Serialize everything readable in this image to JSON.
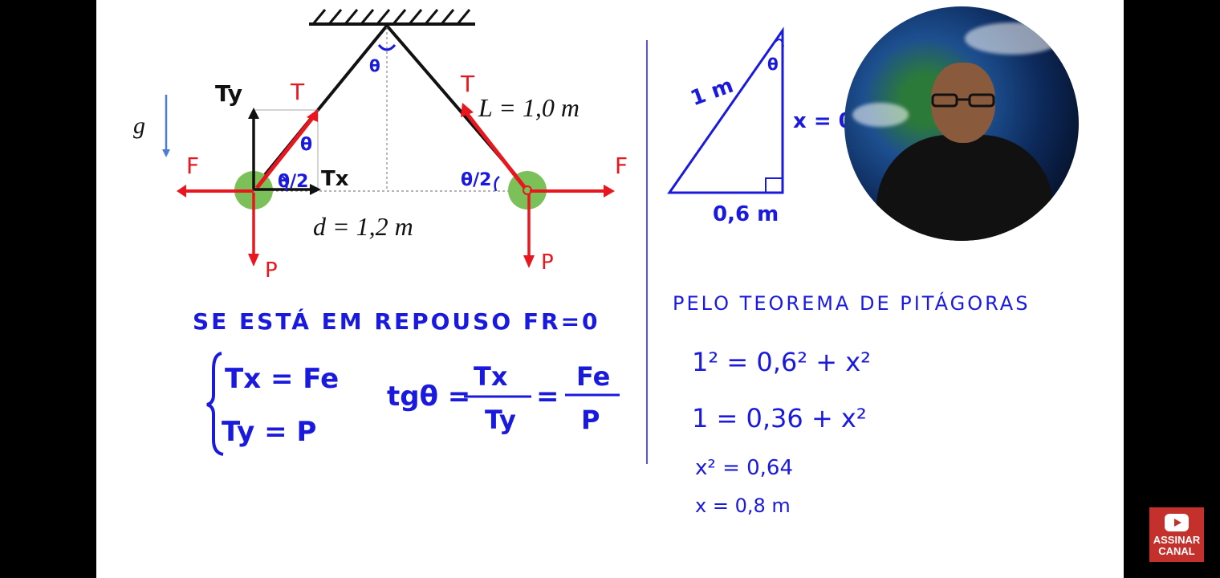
{
  "diagram": {
    "gravity_label": "g⃗",
    "tension_label": "T",
    "ty_label": "Ty",
    "tx_label": "Tx",
    "force_label": "F",
    "weight_label": "P",
    "theta_label": "θ",
    "half_theta_label": "θ/2",
    "length_label": "L = 1,0 m",
    "distance_label": "d = 1,2 m"
  },
  "equations": {
    "rest_condition": "SE ESTÁ EM REPOUSO FR=0",
    "system_tx": "Tx = Fe",
    "system_ty": "Ty = P",
    "tg_left": "tgθ =",
    "tg_num1": "Tx",
    "tg_den1": "Ty",
    "tg_eq": "=",
    "tg_num2": "Fe",
    "tg_den2": "P"
  },
  "triangle": {
    "hypotenuse": "1 m",
    "angle": "θ",
    "height": "x = 0",
    "base": "0,6 m",
    "right_angle": "⌐"
  },
  "pythagoras": {
    "title": "PELO TEOREMA DE PITÁGORAS",
    "line1": "1² = 0,6² + x²",
    "line2": "1 = 0,36 + x²",
    "line3": "x² = 0,64",
    "line4": "x = 0,8 m"
  },
  "subscribe": {
    "line1": "ASSINAR",
    "line2": "CANAL"
  },
  "colors": {
    "ink_red": "#e8161e",
    "ink_blue": "#1a1adf",
    "ink_black": "#111111",
    "sphere_green": "#7cc05a",
    "subscribe_red": "#c4302b"
  }
}
